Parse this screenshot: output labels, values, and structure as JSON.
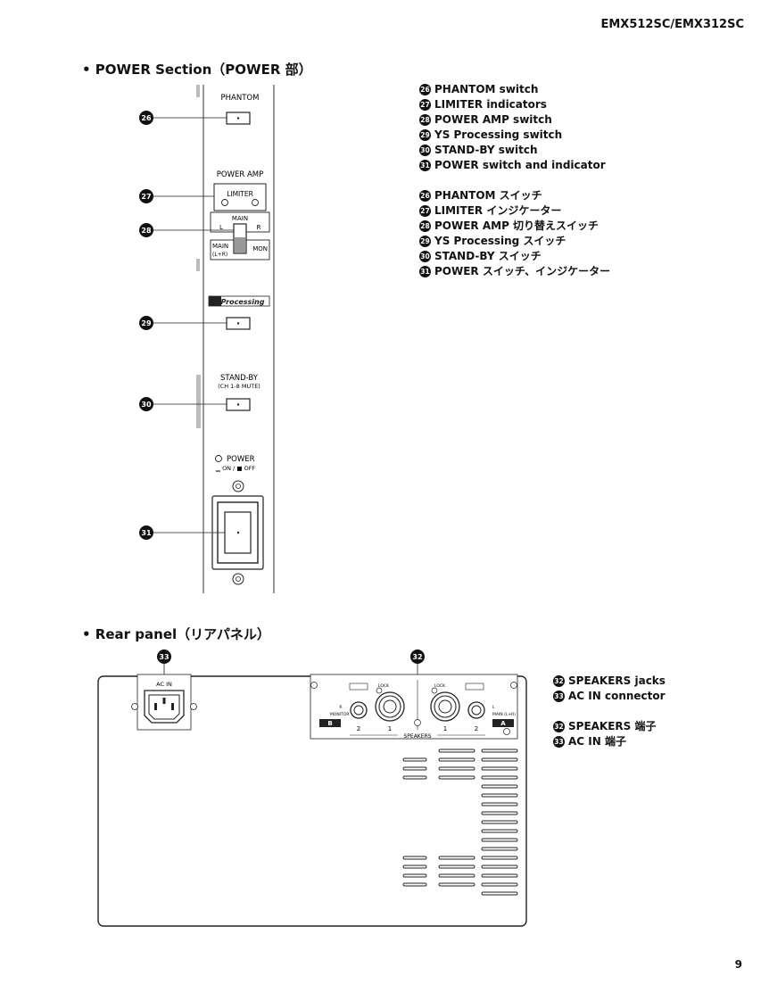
{
  "header": {
    "model": "EMX512SC/EMX312SC"
  },
  "power_section": {
    "title": "• POWER Section（POWER 部）",
    "panel": {
      "phantom_label": "PHANTOM",
      "power_amp_label": "POWER AMP",
      "limiter_label": "LIMITER",
      "main_label": "MAIN",
      "l_label": "L",
      "r_label": "R",
      "main_lr_label": "MAIN",
      "main_lr_sub": "(L+R)",
      "mon_label": "MON",
      "ys_label": "YSProcessing",
      "standby_label": "STAND-BY",
      "standby_sub": "(CH 1-8 MUTE)",
      "power_label": "POWER",
      "power_sub": "▁ ON / ■ OFF"
    },
    "callouts": [
      "26",
      "27",
      "28",
      "29",
      "30",
      "31"
    ],
    "legend_en": [
      {
        "num": "26",
        "text": "PHANTOM switch"
      },
      {
        "num": "27",
        "text": "LIMITER indicators"
      },
      {
        "num": "28",
        "text": "POWER AMP switch"
      },
      {
        "num": "29",
        "text": "YS Processing switch"
      },
      {
        "num": "30",
        "text": "STAND-BY switch"
      },
      {
        "num": "31",
        "text": "POWER switch and indicator"
      }
    ],
    "legend_ja": [
      {
        "num": "26",
        "text": "PHANTOM スイッチ"
      },
      {
        "num": "27",
        "text": "LIMITER インジケーター"
      },
      {
        "num": "28",
        "text": "POWER AMP 切り替えスイッチ"
      },
      {
        "num": "29",
        "text": "YS Processing スイッチ"
      },
      {
        "num": "30",
        "text": "STAND-BY スイッチ"
      },
      {
        "num": "31",
        "text": "POWER スイッチ、インジケーター"
      }
    ]
  },
  "rear_section": {
    "title": "• Rear panel（リアパネル）",
    "panel": {
      "ac_in_label": "AC IN",
      "speakers_label": "SPEAKERS",
      "b_label": "B",
      "a_label": "A",
      "monitor_label": "MONITOR",
      "r_label": "R",
      "main_label": "MAIN (L+R)",
      "l_label": "L",
      "lock_label": "LOCK",
      "jack_2_left": "2",
      "jack_1_left": "1",
      "jack_1_right": "1",
      "jack_2_right": "2"
    },
    "callouts": [
      "33",
      "32"
    ],
    "legend_en": [
      {
        "num": "32",
        "text": "SPEAKERS jacks"
      },
      {
        "num": "33",
        "text": "AC IN connector"
      }
    ],
    "legend_ja": [
      {
        "num": "32",
        "text": "SPEAKERS 端子"
      },
      {
        "num": "33",
        "text": "AC IN 端子"
      }
    ]
  },
  "footer": {
    "page_number": "9"
  }
}
